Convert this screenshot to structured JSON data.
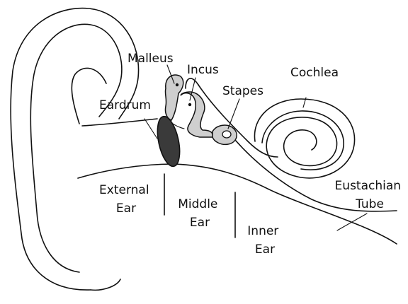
{
  "labels": {
    "malleus": "Malleus",
    "incus": "Incus",
    "stapes": "Stapes",
    "cochlea": "Cochlea",
    "eardrum": "Eardrum",
    "external_ear": [
      "External",
      "Ear"
    ],
    "middle_ear": [
      "Middle",
      "Ear"
    ],
    "inner_ear": [
      "Inner",
      "Ear"
    ],
    "eustachian_tube": [
      "Eustachian",
      "Tube"
    ]
  },
  "colors": {
    "ink": "#111111",
    "ossicle_fill": "#cfcfcf",
    "eardrum_fill": "#3a3a3a",
    "background": "#ffffff"
  }
}
